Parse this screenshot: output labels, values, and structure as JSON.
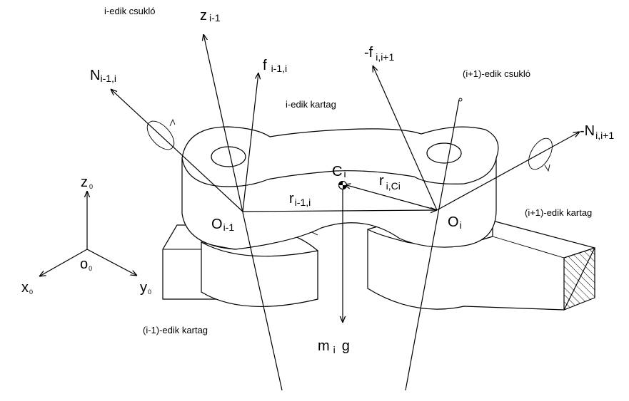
{
  "labels": {
    "joint_i": "i-edik csukló",
    "joint_i1": "(i+1)-edik csukló",
    "link_i": "i-edik kartag",
    "link_i1": "(i+1)-edik kartag",
    "link_im1": "(i-1)-edik kartag"
  },
  "symbols": {
    "z_prev": {
      "base": "z",
      "sub": "i-1"
    },
    "f_prev": {
      "base": "f",
      "sub": "i-1,i"
    },
    "f_next": {
      "base": "-f",
      "sub": "i,i+1"
    },
    "N_prev": {
      "base": "N",
      "sub": "i-1,i"
    },
    "N_next": {
      "base": "-N",
      "sub": "i,i+1"
    },
    "C": {
      "base": "C",
      "sub": "i"
    },
    "r_C": {
      "base": "r",
      "sub": "i,Ci"
    },
    "r_prev": {
      "base": "r",
      "sub": "i-1,i"
    },
    "O_prev": {
      "base": "O",
      "sub": "i-1"
    },
    "O_i": {
      "base": "O",
      "sub": "i"
    },
    "m_g": {
      "base": "m",
      "sub": "i",
      "tail": "g"
    }
  },
  "frame0": {
    "z": {
      "base": "z",
      "sub": "0"
    },
    "x": {
      "base": "x",
      "sub": "0"
    },
    "y": {
      "base": "y",
      "sub": "0"
    },
    "o": {
      "base": "o",
      "sub": "0"
    }
  }
}
